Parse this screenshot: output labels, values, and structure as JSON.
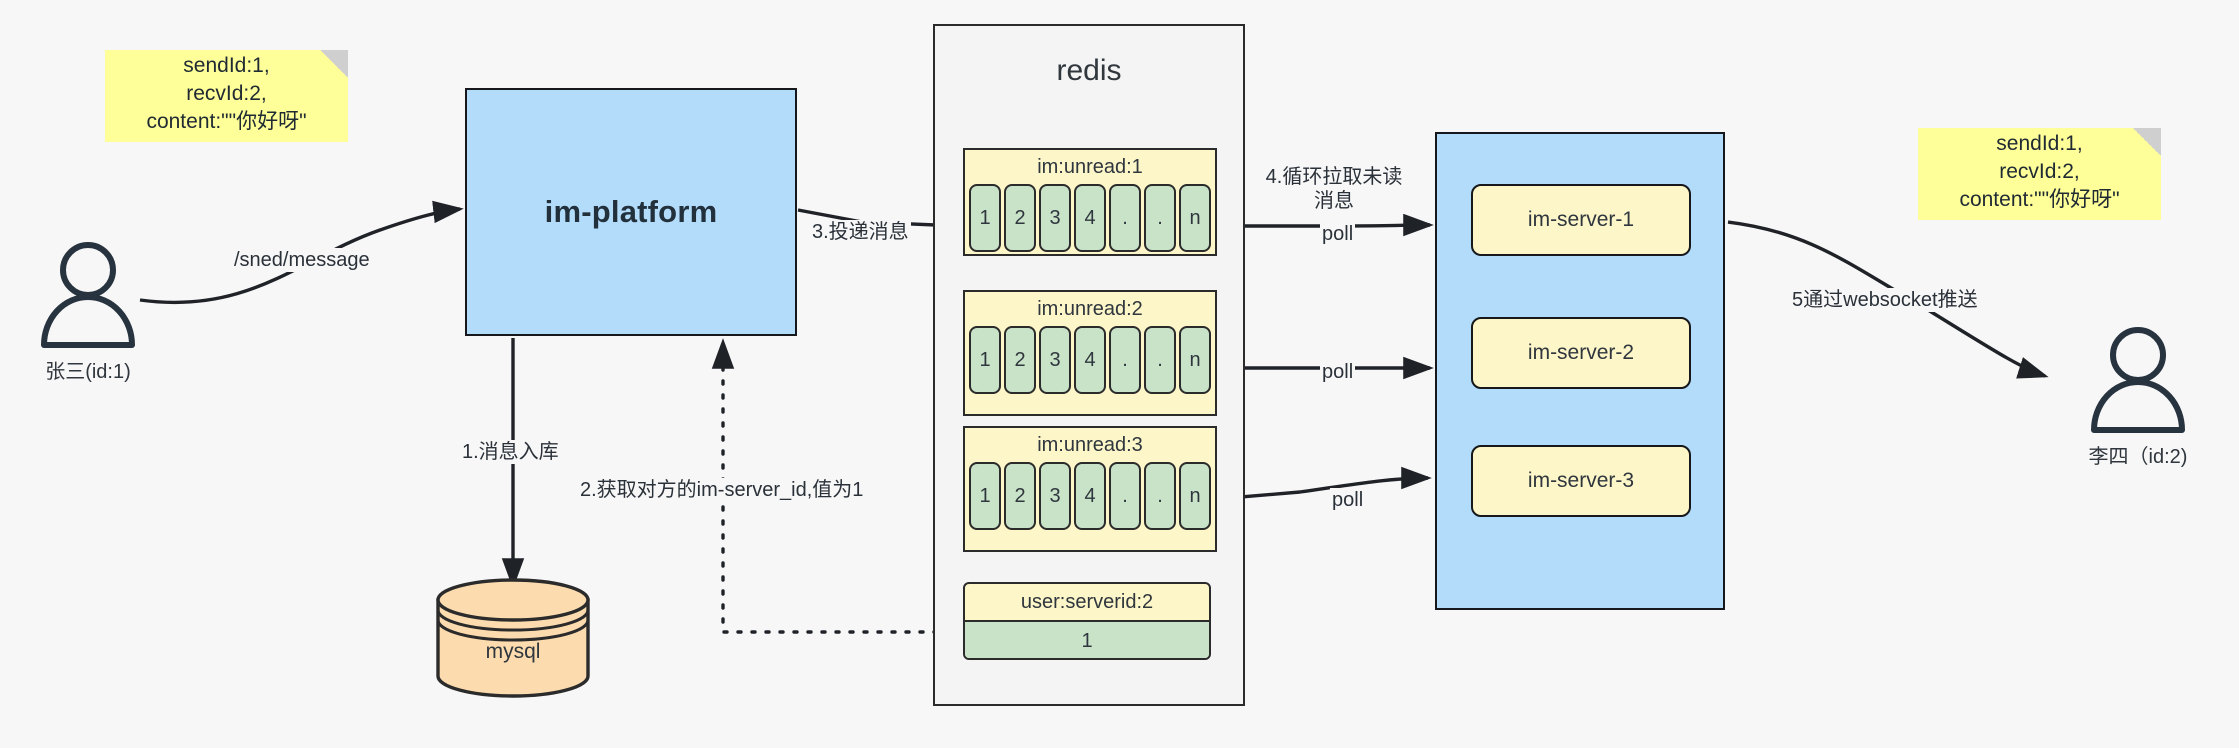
{
  "diagram": {
    "title": "IM message delivery architecture",
    "colors": {
      "background": "#f7f7f8",
      "platform_fill": "#b3dcfb",
      "cluster_fill": "#b3dcfb",
      "sticky_fill": "#ffff99",
      "list_key_fill": "#fdf6c9",
      "list_cell_fill": "#c9e3c9",
      "mysql_fill": "#fcdcaf",
      "stroke": "#2b2b2b"
    }
  },
  "actors": {
    "sender": {
      "label": "张三(id:1)",
      "icon": "user-icon"
    },
    "receiver": {
      "label": "李四（id:2)",
      "icon": "user-icon"
    }
  },
  "notes": {
    "left": {
      "lines": [
        "sendId:1,",
        "recvId:2,",
        "content:\"\"你好呀\""
      ]
    },
    "right": {
      "lines": [
        "sendId:1,",
        "recvId:2,",
        "content:\"\"你好呀\""
      ]
    }
  },
  "platform": {
    "label": "im-platform"
  },
  "mysql": {
    "label": "mysql"
  },
  "redis": {
    "title": "redis",
    "lists": [
      {
        "key": "im:unread:1",
        "cells": [
          "1",
          "2",
          "3",
          "4",
          ".",
          ".",
          "n"
        ]
      },
      {
        "key": "im:unread:2",
        "cells": [
          "1",
          "2",
          "3",
          "4",
          ".",
          ".",
          "n"
        ]
      },
      {
        "key": "im:unread:3",
        "cells": [
          "1",
          "2",
          "3",
          "4",
          ".",
          ".",
          "n"
        ]
      }
    ],
    "kv": {
      "key": "user:serverid:2",
      "value": "1"
    }
  },
  "cluster": {
    "servers": [
      {
        "label": "im-server-1"
      },
      {
        "label": "im-server-2"
      },
      {
        "label": "im-server-3"
      }
    ]
  },
  "edges": {
    "send_message": "/sned/message",
    "step1": "1.消息入库",
    "step2": "2.获取对方的im-server_id,值为1",
    "step3": "3.投递消息",
    "step4": "4.循环拉取未读消息",
    "poll1": "poll",
    "poll2": "poll",
    "poll3": "poll",
    "step5": "5通过websocket推送"
  }
}
